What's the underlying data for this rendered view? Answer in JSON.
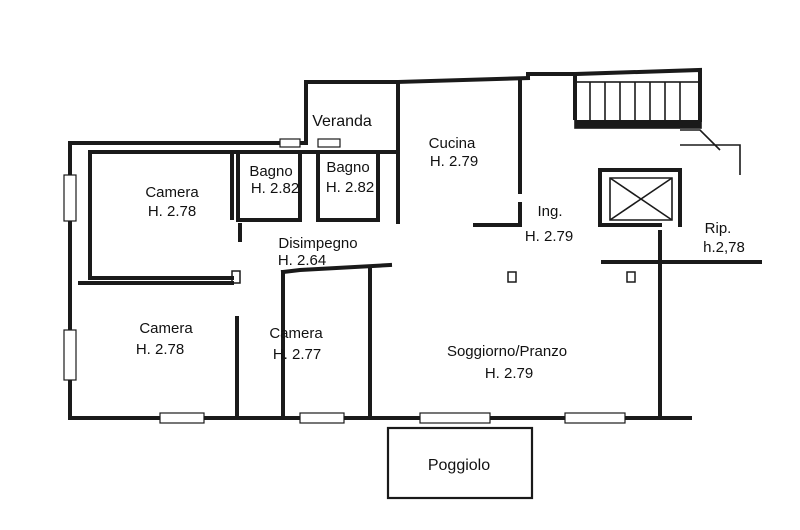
{
  "rooms": {
    "veranda": {
      "name": "Veranda"
    },
    "cucina": {
      "name": "Cucina",
      "height": "H. 2.79"
    },
    "bagno_1": {
      "name": "Bagno",
      "height": "H. 2.82"
    },
    "bagno_2": {
      "name": "Bagno",
      "height": "H. 2.82"
    },
    "camera_top": {
      "name": "Camera",
      "height": "H. 2.78"
    },
    "disimpegno": {
      "name": "Disimpegno",
      "height": "H. 2.64"
    },
    "ingresso": {
      "name": "Ing.",
      "height": "H. 2.79"
    },
    "ripostiglio": {
      "name": "Rip.",
      "height": "h.2,78"
    },
    "camera_bottom_left": {
      "name": "Camera",
      "height": "H. 2.78"
    },
    "camera_bottom_mid": {
      "name": "Camera",
      "height": "H. 2.77"
    },
    "soggiorno": {
      "name": "Soggiorno/Pranzo",
      "height": "H. 2.79"
    },
    "poggiolo": {
      "name": "Poggiolo"
    }
  }
}
